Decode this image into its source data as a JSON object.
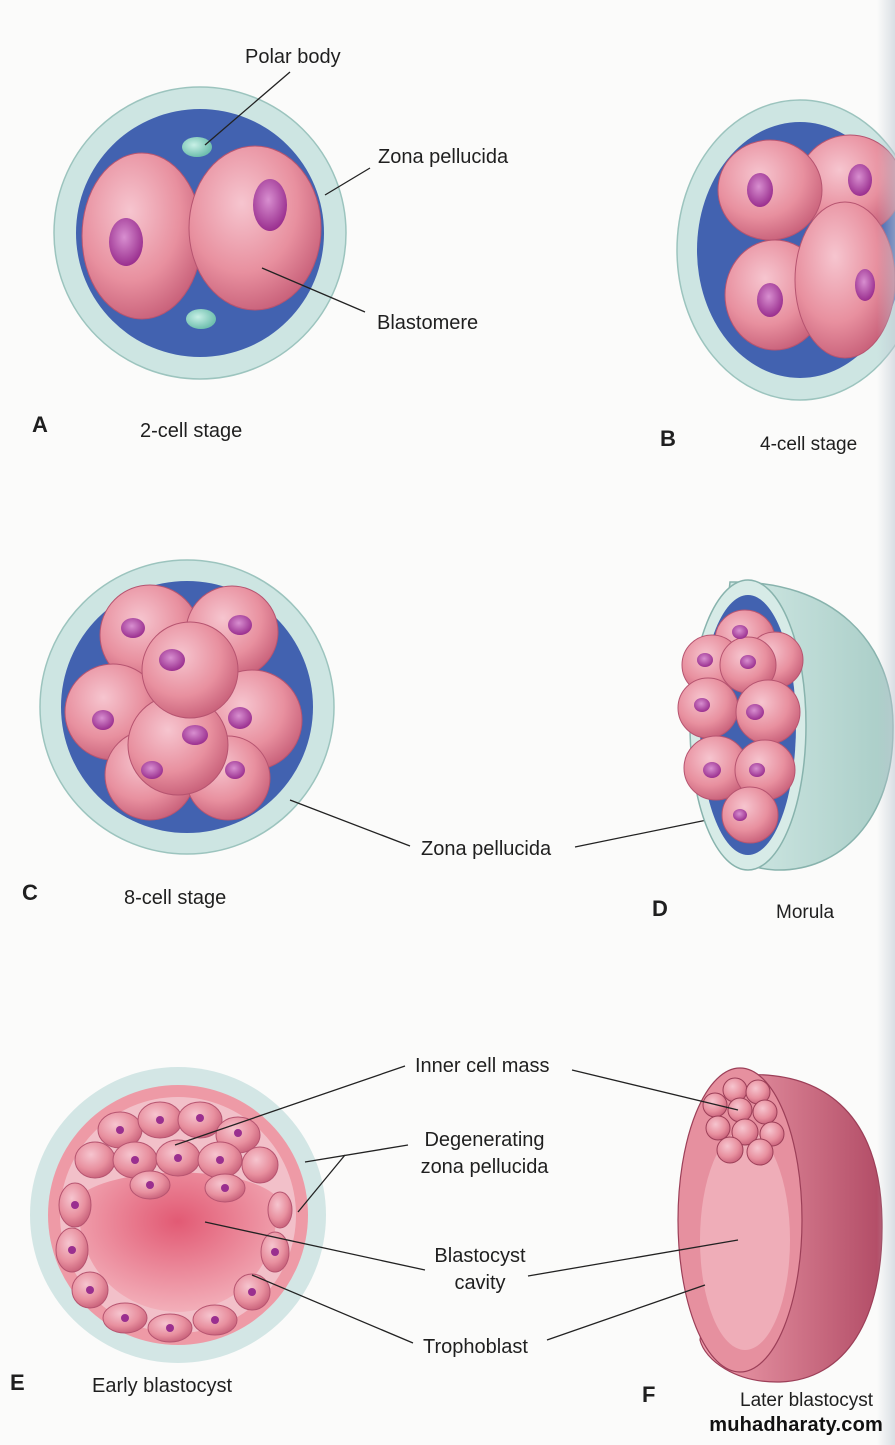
{
  "stages": [
    {
      "letter": "A",
      "caption": "2-cell stage"
    },
    {
      "letter": "B",
      "caption": "4-cell stage"
    },
    {
      "letter": "C",
      "caption": "8-cell stage"
    },
    {
      "letter": "D",
      "caption": "Morula"
    },
    {
      "letter": "E",
      "caption": "Early blastocyst"
    },
    {
      "letter": "F",
      "caption": "Later blastocyst"
    }
  ],
  "labels": {
    "polar_body": "Polar body",
    "zona_pellucida": "Zona pellucida",
    "blastomere": "Blastomere",
    "zona_pellucida_cd": "Zona pellucida",
    "inner_cell_mass": "Inner cell mass",
    "degenerating_line1": "Degenerating",
    "degenerating_line2": "zona pellucida",
    "blastocyst_cavity_line1": "Blastocyst",
    "blastocyst_cavity_line2": "cavity",
    "trophoblast": "Trophoblast"
  },
  "watermark": "muhadharaty.com",
  "colors": {
    "zona": "#cfe6e3",
    "perivitelline": "#3e5fae",
    "cell": "#e58ea2",
    "cell_light": "#f5c1cb",
    "nucleus": "#a63f9e",
    "polar": "#8fd3c4",
    "blasto_outer": "#e88c97"
  }
}
